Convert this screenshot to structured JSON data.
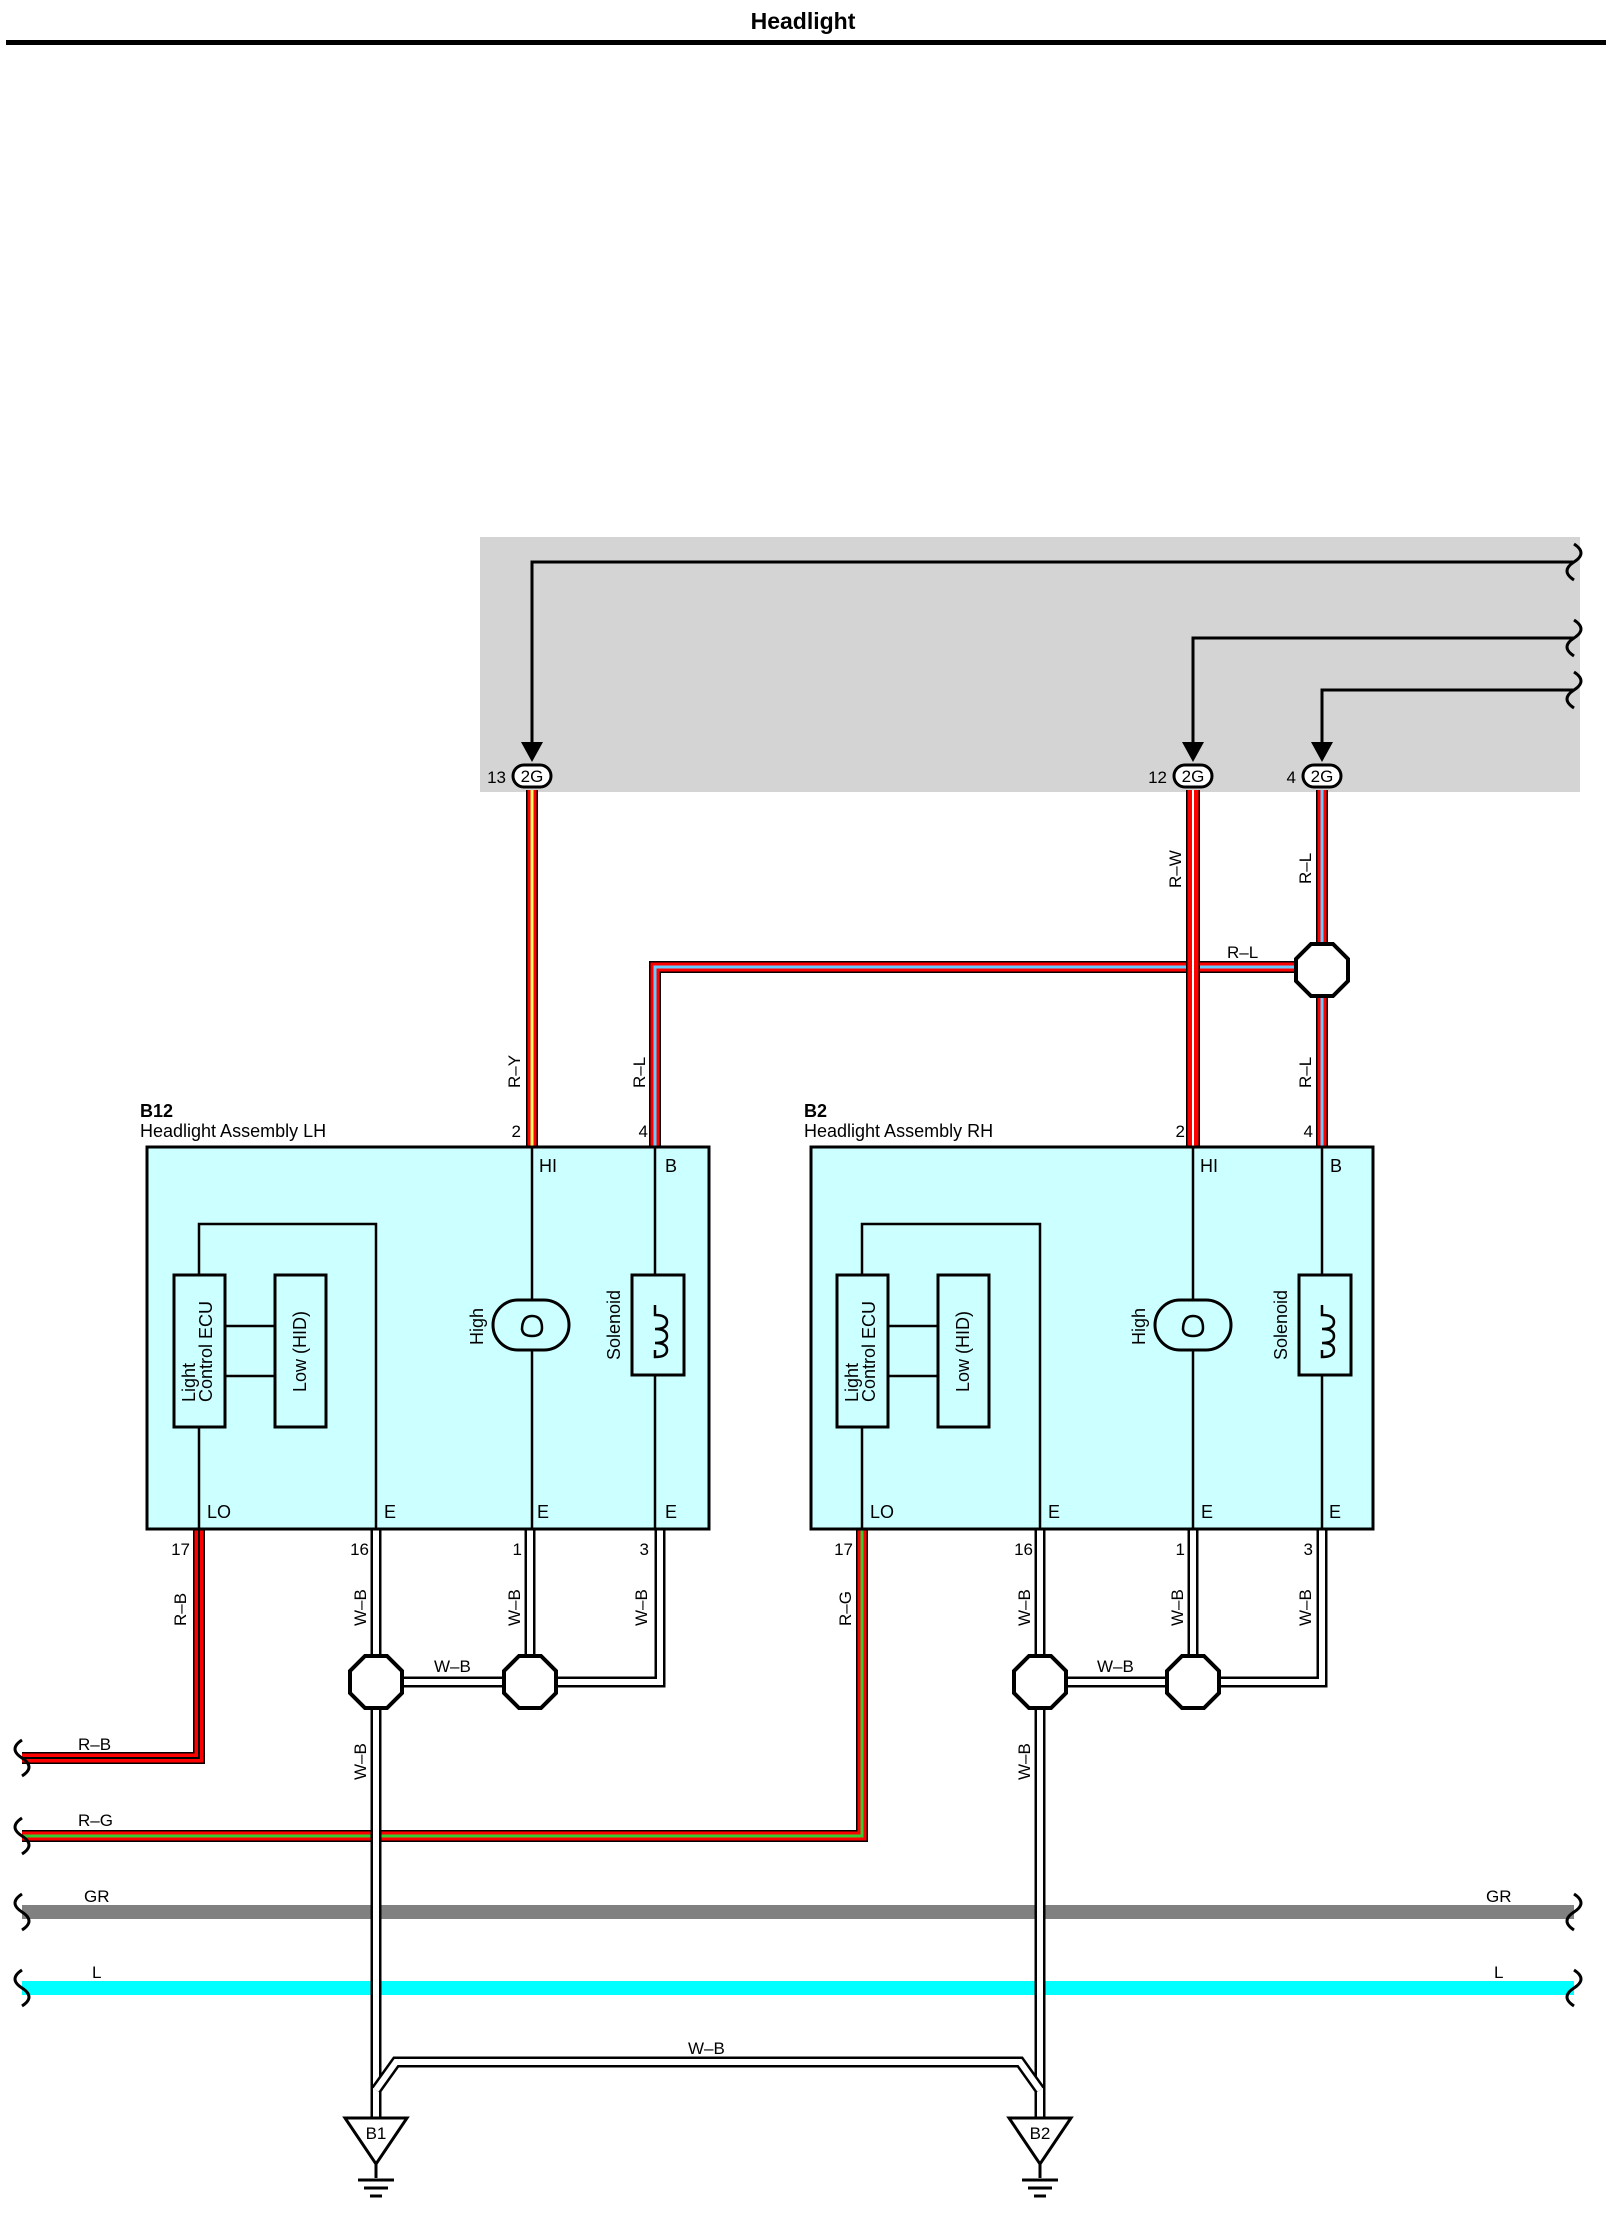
{
  "title": "Headlight",
  "colors": {
    "red": "#ff0000",
    "yellow": "#ffff66",
    "blue": "#66ccff",
    "green": "#33cc33",
    "gray": "#808080",
    "cyan": "#00ffff",
    "assembly_fill": "#ccffff",
    "shade": "#d4d4d4",
    "white": "#ffffff"
  },
  "connectors": {
    "c1": {
      "pin": "13",
      "label": "2G"
    },
    "c2": {
      "pin": "12",
      "label": "2G"
    },
    "c3": {
      "pin": "4",
      "label": "2G"
    }
  },
  "lh": {
    "id": "B12",
    "name": "Headlight Assembly LH",
    "pin_hi": "2",
    "pin_b": "4",
    "pin_lo": "17",
    "pin_e1": "16",
    "pin_e2": "1",
    "pin_e3": "3",
    "term_hi": "HI",
    "term_b": "B",
    "term_lo": "LO",
    "term_e": "E",
    "ecu_label_1": "Light",
    "ecu_label_2": "Control ECU",
    "low_label": "Low (HID)",
    "high_label": "High",
    "solenoid_label": "Solenoid"
  },
  "rh": {
    "id": "B2",
    "name": "Headlight Assembly RH",
    "pin_hi": "2",
    "pin_b": "4",
    "pin_lo": "17",
    "pin_e1": "16",
    "pin_e2": "1",
    "pin_e3": "3",
    "term_hi": "HI",
    "term_b": "B",
    "term_lo": "LO",
    "term_e": "E",
    "ecu_label_1": "Light",
    "ecu_label_2": "Control ECU",
    "low_label": "Low (HID)",
    "high_label": "High",
    "solenoid_label": "Solenoid"
  },
  "wire_labels": {
    "r_y": "R–Y",
    "r_w": "R–W",
    "r_l": "R–L",
    "r_b": "R–B",
    "r_g": "R–G",
    "w_b": "W–B",
    "gr": "GR",
    "l": "L"
  },
  "grounds": {
    "g1": "B1",
    "g2": "B2"
  }
}
